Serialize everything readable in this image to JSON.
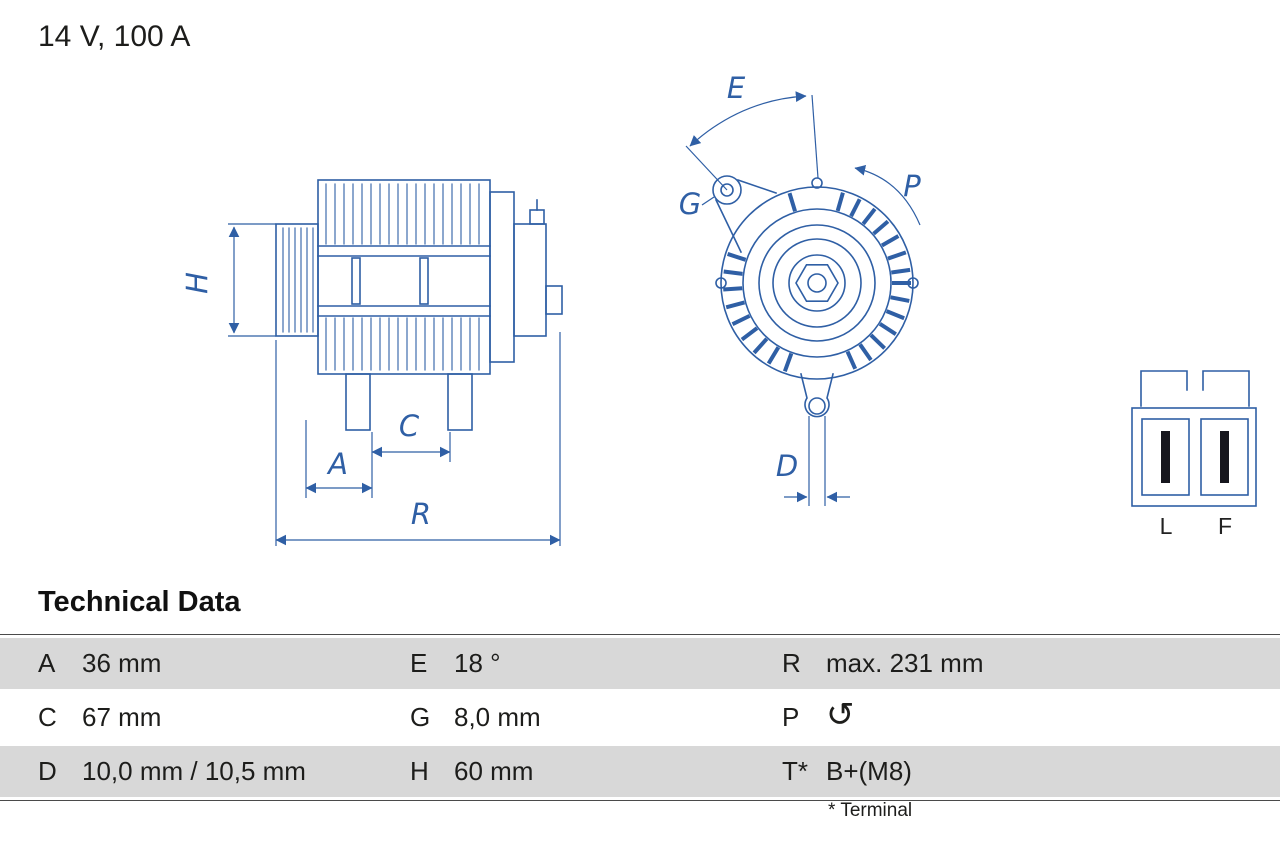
{
  "title": "14 V, 100 A",
  "diagram": {
    "line_color": "#2f5fa5",
    "labels": {
      "H": "H",
      "A": "A",
      "C": "C",
      "R": "R",
      "E": "E",
      "G": "G",
      "P": "P",
      "D": "D"
    },
    "connector": {
      "left": "L",
      "right": "F"
    }
  },
  "technical_data": {
    "heading": "Technical Data",
    "rows": [
      {
        "cells": [
          {
            "key": "A",
            "value": "36 mm"
          },
          {
            "key": "E",
            "value": "18 °"
          },
          {
            "key": "R",
            "value": "max. 231 mm"
          }
        ]
      },
      {
        "cells": [
          {
            "key": "C",
            "value": "67 mm"
          },
          {
            "key": "G",
            "value": "8,0 mm"
          },
          {
            "key": "P",
            "value": ""
          }
        ]
      },
      {
        "cells": [
          {
            "key": "D",
            "value": "10,0 mm / 10,5 mm"
          },
          {
            "key": "H",
            "value": "60 mm"
          },
          {
            "key": "T*",
            "value": "B+(M8)"
          }
        ]
      }
    ],
    "rotation_icon": "↺",
    "footnote": "* Terminal"
  }
}
